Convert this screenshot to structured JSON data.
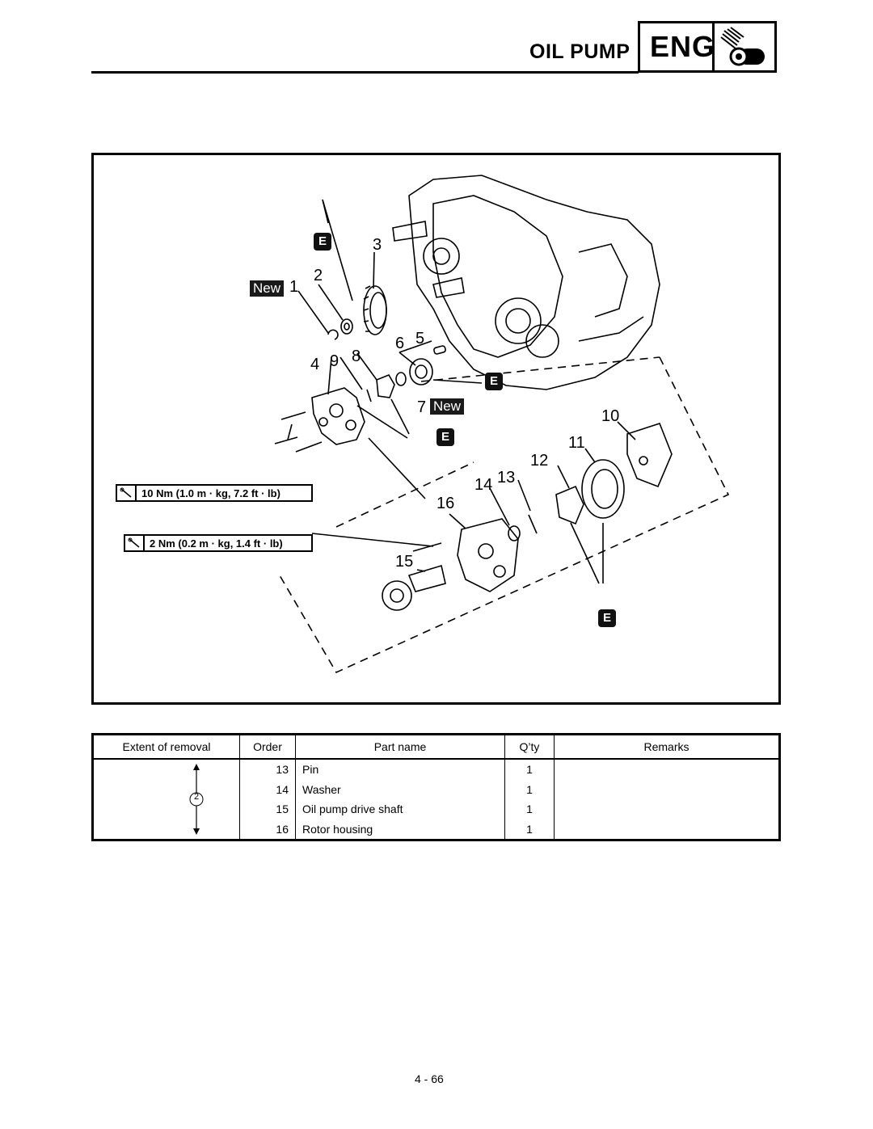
{
  "header": {
    "title": "OIL PUMP",
    "section_badge": "ENG",
    "section_icon": "engine-icon"
  },
  "diagram": {
    "callouts": [
      "1",
      "2",
      "3",
      "4",
      "5",
      "6",
      "7",
      "8",
      "9",
      "10",
      "11",
      "12",
      "13",
      "14",
      "15",
      "16"
    ],
    "new_tag": "New",
    "oil_badge": "E",
    "torque_1": "10 Nm (1.0 m · kg, 7.2 ft · lb)",
    "torque_2": "2 Nm (0.2 m · kg, 1.4 ft · lb)",
    "torque_icon": "torque-wrench-icon"
  },
  "table": {
    "headers": [
      "Extent of removal",
      "Order",
      "Part name",
      "Q’ty",
      "Remarks"
    ],
    "extent_marker": "2",
    "rows": [
      {
        "order": "13",
        "name": "Pin",
        "qty": "1",
        "remarks": ""
      },
      {
        "order": "14",
        "name": "Washer",
        "qty": "1",
        "remarks": ""
      },
      {
        "order": "15",
        "name": "Oil pump drive shaft",
        "qty": "1",
        "remarks": ""
      },
      {
        "order": "16",
        "name": "Rotor housing",
        "qty": "1",
        "remarks": ""
      }
    ]
  },
  "footer": {
    "page": "4 - 66"
  }
}
